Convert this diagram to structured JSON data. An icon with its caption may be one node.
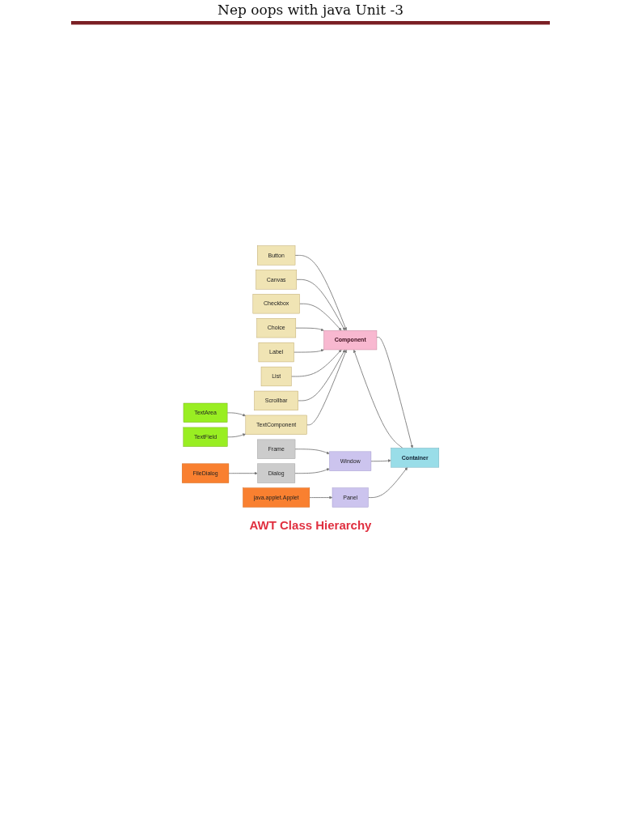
{
  "diagram": {
    "title": "Nep oops with java Unit -3",
    "caption": "AWT Class Hierarchy",
    "nodes": [
      {
        "text": [
          "Button"
        ]
      },
      {
        "text": [
          "Canvas"
        ]
      },
      {
        "text": [
          "Checkbox"
        ]
      },
      {
        "text": [
          "Choice"
        ]
      },
      {
        "text": [
          "Label"
        ]
      },
      {
        "text": [
          "List"
        ]
      },
      {
        "text": [
          "Scrollbar"
        ]
      },
      {
        "text": [
          "TextComponent"
        ]
      },
      {
        "text": [
          "TextArea"
        ]
      },
      {
        "text": [
          "TextField"
        ]
      },
      {
        "text": [
          "Component"
        ]
      },
      {
        "text": [
          "Container"
        ]
      },
      {
        "text": [
          "Panel"
        ]
      },
      {
        "text": [
          "Window"
        ]
      },
      {
        "text": [
          "Frame"
        ]
      },
      {
        "text": [
          "Dialog"
        ]
      },
      {
        "text": [
          "java.applet.Applet"
        ]
      },
      {
        "text": [
          "FileDialog"
        ]
      }
    ],
    "edges": [
      {
        "from": 0,
        "to": 10,
        "arrow": "to"
      },
      {
        "from": 1,
        "to": 10,
        "arrow": "to"
      },
      {
        "from": 2,
        "to": 10,
        "arrow": "to"
      },
      {
        "from": 3,
        "to": 10,
        "arrow": "to"
      },
      {
        "from": 4,
        "to": 10,
        "arrow": "to"
      },
      {
        "from": 5,
        "to": 10,
        "arrow": "to"
      },
      {
        "from": 6,
        "to": 10,
        "arrow": "to"
      },
      {
        "from": 7,
        "to": 10,
        "arrow": "to"
      },
      {
        "from": 8,
        "to": 7,
        "arrow": "to"
      },
      {
        "from": 9,
        "to": 7,
        "arrow": "to"
      },
      {
        "from": 10,
        "to": 11,
        "arrow": "to"
      },
      {
        "from": 11,
        "to": 10,
        "arrow": "to"
      },
      {
        "from": 12,
        "to": 11,
        "arrow": "to"
      },
      {
        "from": 13,
        "to": 11,
        "arrow": "to"
      },
      {
        "from": 14,
        "to": 13,
        "arrow": "to"
      },
      {
        "from": 15,
        "to": 13,
        "arrow": "to"
      },
      {
        "from": 16,
        "to": 12,
        "arrow": "to"
      },
      {
        "from": 17,
        "to": 15,
        "arrow": "to"
      }
    ]
  }
}
